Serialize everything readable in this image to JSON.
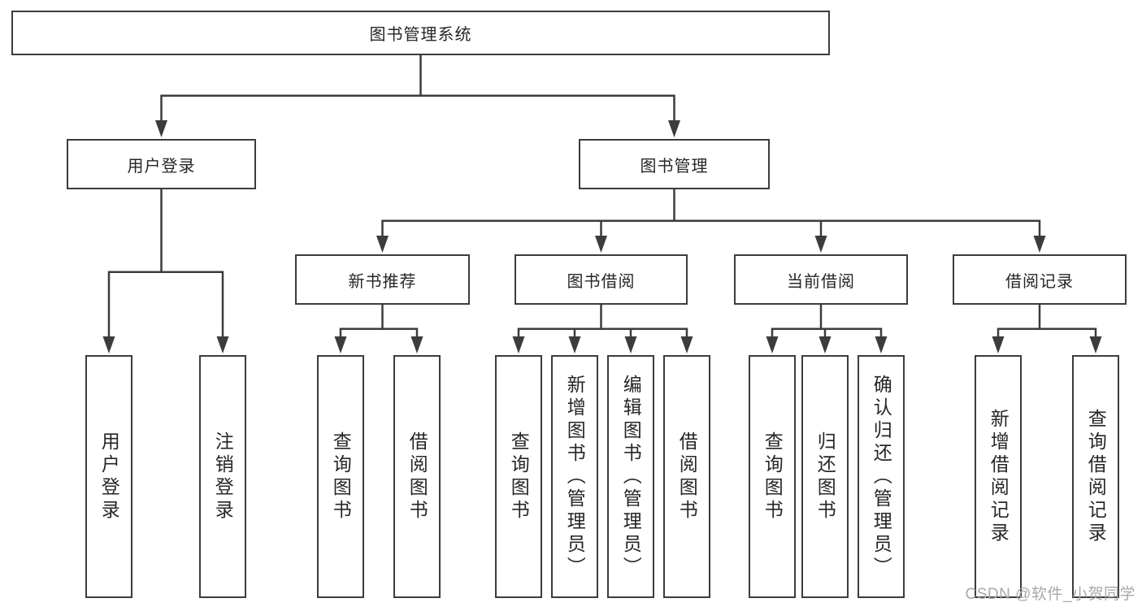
{
  "root": {
    "label": "图书管理系统"
  },
  "login_branch": {
    "label": "用户登录",
    "children": [
      {
        "label": "用户登录"
      },
      {
        "label": "注销登录"
      }
    ]
  },
  "management_branch": {
    "label": "图书管理",
    "groups": [
      {
        "label": "新书推荐",
        "children": [
          {
            "label": "查询图书"
          },
          {
            "label": "借阅图书"
          }
        ]
      },
      {
        "label": "图书借阅",
        "children": [
          {
            "label": "查询图书"
          },
          {
            "label": "新增图书（管理员）"
          },
          {
            "label": "编辑图书（管理员）"
          },
          {
            "label": "借阅图书"
          }
        ]
      },
      {
        "label": "当前借阅",
        "children": [
          {
            "label": "查询图书"
          },
          {
            "label": "归还图书"
          },
          {
            "label": "确认归还（管理员）"
          }
        ]
      },
      {
        "label": "借阅记录",
        "children": [
          {
            "label": "新增借阅记录"
          },
          {
            "label": "查询借阅记录"
          }
        ]
      }
    ]
  },
  "watermark": {
    "text": "CSDN @软件_小贺同学"
  },
  "colors": {
    "line": "#3c3c3c",
    "box_border": "#3c3c3c",
    "text": "#262626",
    "watermark": "#a8a8a8",
    "background": "#ffffff"
  }
}
